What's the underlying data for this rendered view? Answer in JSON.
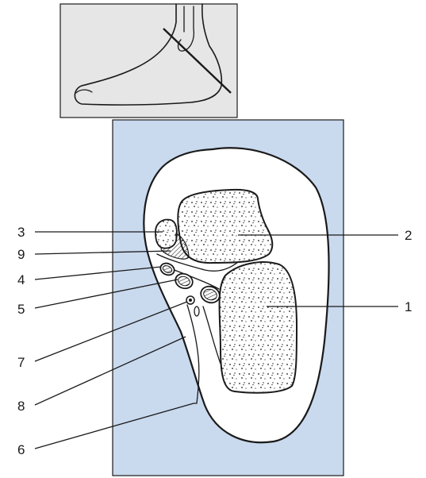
{
  "colors": {
    "inset_bg": "#e6e6e6",
    "section_bg": "#c9d9ee",
    "tissue": "#ffffff",
    "ink": "#1a1a1a"
  },
  "labels": {
    "l1": "1",
    "l2": "2",
    "l3": "3",
    "l4": "4",
    "l5": "5",
    "l6": "6",
    "l7": "7",
    "l8": "8",
    "l9": "9"
  }
}
